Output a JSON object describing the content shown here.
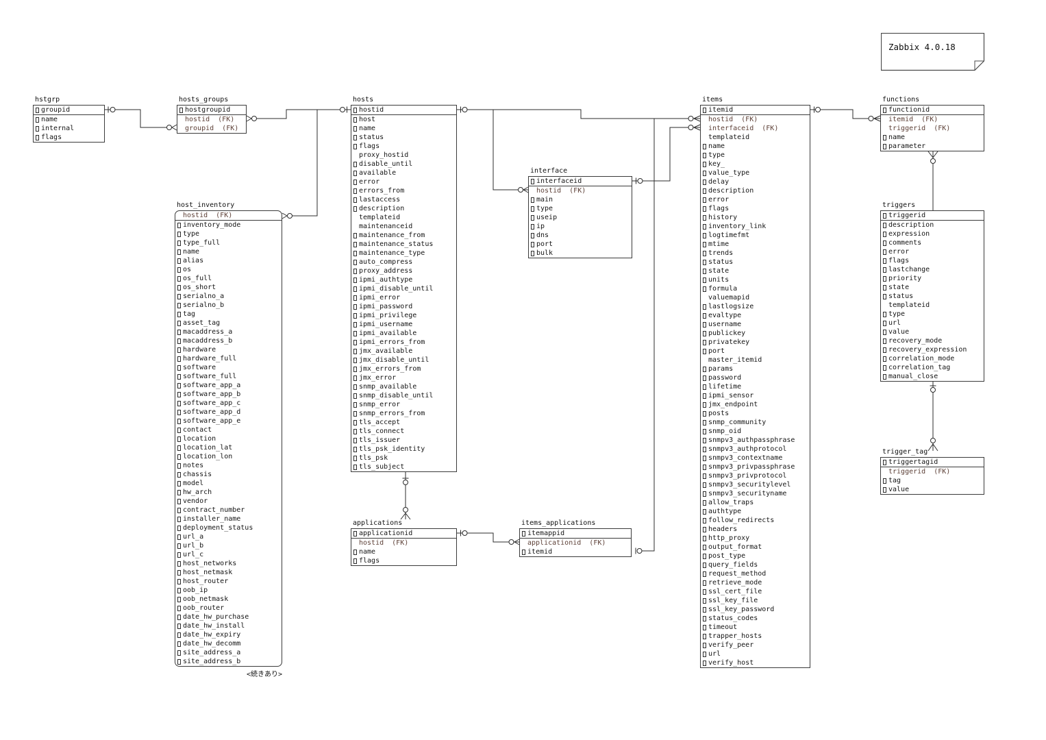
{
  "note": {
    "label": "Zabbix 4.0.18"
  },
  "continuation_marker": "<続きあり>",
  "colors": {
    "background": "#ffffff",
    "line": "#2b2b2b",
    "text": "#141414",
    "fk_text": "#5d4037",
    "border": "#3a3a3a"
  },
  "tables": [
    {
      "name": "hstgrp",
      "pk": [
        {
          "label": "groupid",
          "notnull": true
        }
      ],
      "fields": [
        {
          "label": "name",
          "notnull": true
        },
        {
          "label": "internal",
          "notnull": true
        },
        {
          "label": "flags",
          "notnull": true
        }
      ]
    },
    {
      "name": "hosts_groups",
      "pk": [
        {
          "label": "hostgroupid",
          "notnull": true
        }
      ],
      "fields": [
        {
          "label": "hostid  (FK)",
          "fk": true
        },
        {
          "label": "groupid  (FK)",
          "fk": true
        }
      ]
    },
    {
      "name": "hosts",
      "pk": [
        {
          "label": "hostid",
          "notnull": true
        }
      ],
      "fields": [
        {
          "label": "host",
          "notnull": true
        },
        {
          "label": "name",
          "notnull": true
        },
        {
          "label": "status",
          "notnull": true
        },
        {
          "label": "flags",
          "notnull": true
        },
        {
          "label": "proxy_hostid"
        },
        {
          "label": "disable_until",
          "notnull": true
        },
        {
          "label": "available",
          "notnull": true
        },
        {
          "label": "error",
          "notnull": true
        },
        {
          "label": "errors_from",
          "notnull": true
        },
        {
          "label": "lastaccess",
          "notnull": true
        },
        {
          "label": "description",
          "notnull": true
        },
        {
          "label": "templateid"
        },
        {
          "label": "maintenanceid"
        },
        {
          "label": "maintenance_from",
          "notnull": true
        },
        {
          "label": "maintenance_status",
          "notnull": true
        },
        {
          "label": "maintenance_type",
          "notnull": true
        },
        {
          "label": "auto_compress",
          "notnull": true
        },
        {
          "label": "proxy_address",
          "notnull": true
        },
        {
          "label": "ipmi_authtype",
          "notnull": true
        },
        {
          "label": "ipmi_disable_until",
          "notnull": true
        },
        {
          "label": "ipmi_error",
          "notnull": true
        },
        {
          "label": "ipmi_password",
          "notnull": true
        },
        {
          "label": "ipmi_privilege",
          "notnull": true
        },
        {
          "label": "ipmi_username",
          "notnull": true
        },
        {
          "label": "ipmi_available",
          "notnull": true
        },
        {
          "label": "ipmi_errors_from",
          "notnull": true
        },
        {
          "label": "jmx_available",
          "notnull": true
        },
        {
          "label": "jmx_disable_until",
          "notnull": true
        },
        {
          "label": "jmx_errors_from",
          "notnull": true
        },
        {
          "label": "jmx_error",
          "notnull": true
        },
        {
          "label": "snmp_available",
          "notnull": true
        },
        {
          "label": "snmp_disable_until",
          "notnull": true
        },
        {
          "label": "snmp_error",
          "notnull": true
        },
        {
          "label": "snmp_errors_from",
          "notnull": true
        },
        {
          "label": "tls_accept",
          "notnull": true
        },
        {
          "label": "tls_connect",
          "notnull": true
        },
        {
          "label": "tls_issuer",
          "notnull": true
        },
        {
          "label": "tls_psk_identity",
          "notnull": true
        },
        {
          "label": "tls_psk",
          "notnull": true
        },
        {
          "label": "tls_subject",
          "notnull": true
        }
      ]
    },
    {
      "name": "host_inventory",
      "pk": [
        {
          "label": "hostid  (FK)",
          "fk": true
        }
      ],
      "fields": [
        {
          "label": "inventory_mode",
          "notnull": true
        },
        {
          "label": "type",
          "notnull": true
        },
        {
          "label": "type_full",
          "notnull": true
        },
        {
          "label": "name",
          "notnull": true
        },
        {
          "label": "alias",
          "notnull": true
        },
        {
          "label": "os",
          "notnull": true
        },
        {
          "label": "os_full",
          "notnull": true
        },
        {
          "label": "os_short",
          "notnull": true
        },
        {
          "label": "serialno_a",
          "notnull": true
        },
        {
          "label": "serialno_b",
          "notnull": true
        },
        {
          "label": "tag",
          "notnull": true
        },
        {
          "label": "asset_tag",
          "notnull": true
        },
        {
          "label": "macaddress_a",
          "notnull": true
        },
        {
          "label": "macaddress_b",
          "notnull": true
        },
        {
          "label": "hardware",
          "notnull": true
        },
        {
          "label": "hardware_full",
          "notnull": true
        },
        {
          "label": "software",
          "notnull": true
        },
        {
          "label": "software_full",
          "notnull": true
        },
        {
          "label": "software_app_a",
          "notnull": true
        },
        {
          "label": "software_app_b",
          "notnull": true
        },
        {
          "label": "software_app_c",
          "notnull": true
        },
        {
          "label": "software_app_d",
          "notnull": true
        },
        {
          "label": "software_app_e",
          "notnull": true
        },
        {
          "label": "contact",
          "notnull": true
        },
        {
          "label": "location",
          "notnull": true
        },
        {
          "label": "location_lat",
          "notnull": true
        },
        {
          "label": "location_lon",
          "notnull": true
        },
        {
          "label": "notes",
          "notnull": true
        },
        {
          "label": "chassis",
          "notnull": true
        },
        {
          "label": "model",
          "notnull": true
        },
        {
          "label": "hw_arch",
          "notnull": true
        },
        {
          "label": "vendor",
          "notnull": true
        },
        {
          "label": "contract_number",
          "notnull": true
        },
        {
          "label": "installer_name",
          "notnull": true
        },
        {
          "label": "deployment_status",
          "notnull": true
        },
        {
          "label": "url_a",
          "notnull": true
        },
        {
          "label": "url_b",
          "notnull": true
        },
        {
          "label": "url_c",
          "notnull": true
        },
        {
          "label": "host_networks",
          "notnull": true
        },
        {
          "label": "host_netmask",
          "notnull": true
        },
        {
          "label": "host_router",
          "notnull": true
        },
        {
          "label": "oob_ip",
          "notnull": true
        },
        {
          "label": "oob_netmask",
          "notnull": true
        },
        {
          "label": "oob_router",
          "notnull": true
        },
        {
          "label": "date_hw_purchase",
          "notnull": true
        },
        {
          "label": "date_hw_install",
          "notnull": true
        },
        {
          "label": "date_hw_expiry",
          "notnull": true
        },
        {
          "label": "date_hw_decomm",
          "notnull": true
        },
        {
          "label": "site_address_a",
          "notnull": true
        },
        {
          "label": "site_address_b",
          "notnull": true
        }
      ]
    },
    {
      "name": "interface",
      "pk": [
        {
          "label": "interfaceid",
          "notnull": true
        }
      ],
      "fields": [
        {
          "label": "hostid  (FK)",
          "fk": true
        },
        {
          "label": "main",
          "notnull": true
        },
        {
          "label": "type",
          "notnull": true
        },
        {
          "label": "useip",
          "notnull": true
        },
        {
          "label": "ip",
          "notnull": true
        },
        {
          "label": "dns",
          "notnull": true
        },
        {
          "label": "port",
          "notnull": true
        },
        {
          "label": "bulk",
          "notnull": true
        }
      ]
    },
    {
      "name": "applications",
      "pk": [
        {
          "label": "applicationid",
          "notnull": true
        }
      ],
      "fields": [
        {
          "label": "hostid  (FK)",
          "fk": true
        },
        {
          "label": "name",
          "notnull": true
        },
        {
          "label": "flags",
          "notnull": true
        }
      ]
    },
    {
      "name": "items_applications",
      "pk": [
        {
          "label": "itemappid",
          "notnull": true
        }
      ],
      "fields": [
        {
          "label": "applicationid  (FK)",
          "fk": true
        },
        {
          "label": "itemid",
          "notnull": true
        }
      ]
    },
    {
      "name": "items",
      "pk": [
        {
          "label": "itemid",
          "notnull": true
        }
      ],
      "fields": [
        {
          "label": "hostid  (FK)",
          "fk": true
        },
        {
          "label": "interfaceid  (FK)",
          "fk": true
        },
        {
          "label": "templateid"
        },
        {
          "label": "name",
          "notnull": true
        },
        {
          "label": "type",
          "notnull": true
        },
        {
          "label": "key_",
          "notnull": true
        },
        {
          "label": "value_type",
          "notnull": true
        },
        {
          "label": "delay",
          "notnull": true
        },
        {
          "label": "description",
          "notnull": true
        },
        {
          "label": "error",
          "notnull": true
        },
        {
          "label": "flags",
          "notnull": true
        },
        {
          "label": "history",
          "notnull": true
        },
        {
          "label": "inventory_link",
          "notnull": true
        },
        {
          "label": "logtimefmt",
          "notnull": true
        },
        {
          "label": "mtime",
          "notnull": true
        },
        {
          "label": "trends",
          "notnull": true
        },
        {
          "label": "status",
          "notnull": true
        },
        {
          "label": "state",
          "notnull": true
        },
        {
          "label": "units",
          "notnull": true
        },
        {
          "label": "formula",
          "notnull": true
        },
        {
          "label": "valuemapid"
        },
        {
          "label": "lastlogsize",
          "notnull": true
        },
        {
          "label": "evaltype",
          "notnull": true
        },
        {
          "label": "username",
          "notnull": true
        },
        {
          "label": "publickey",
          "notnull": true
        },
        {
          "label": "privatekey",
          "notnull": true
        },
        {
          "label": "port",
          "notnull": true
        },
        {
          "label": "master_itemid"
        },
        {
          "label": "params",
          "notnull": true
        },
        {
          "label": "password",
          "notnull": true
        },
        {
          "label": "lifetime",
          "notnull": true
        },
        {
          "label": "ipmi_sensor",
          "notnull": true
        },
        {
          "label": "jmx_endpoint",
          "notnull": true
        },
        {
          "label": "posts",
          "notnull": true
        },
        {
          "label": "snmp_community",
          "notnull": true
        },
        {
          "label": "snmp_oid",
          "notnull": true
        },
        {
          "label": "snmpv3_authpassphrase",
          "notnull": true
        },
        {
          "label": "snmpv3_authprotocol",
          "notnull": true
        },
        {
          "label": "snmpv3_contextname",
          "notnull": true
        },
        {
          "label": "snmpv3_privpassphrase",
          "notnull": true
        },
        {
          "label": "snmpv3_privprotocol",
          "notnull": true
        },
        {
          "label": "snmpv3_securitylevel",
          "notnull": true
        },
        {
          "label": "snmpv3_securityname",
          "notnull": true
        },
        {
          "label": "allow_traps",
          "notnull": true
        },
        {
          "label": "authtype",
          "notnull": true
        },
        {
          "label": "follow_redirects",
          "notnull": true
        },
        {
          "label": "headers",
          "notnull": true
        },
        {
          "label": "http_proxy",
          "notnull": true
        },
        {
          "label": "output_format",
          "notnull": true
        },
        {
          "label": "post_type",
          "notnull": true
        },
        {
          "label": "query_fields",
          "notnull": true
        },
        {
          "label": "request_method",
          "notnull": true
        },
        {
          "label": "retrieve_mode",
          "notnull": true
        },
        {
          "label": "ssl_cert_file",
          "notnull": true
        },
        {
          "label": "ssl_key_file",
          "notnull": true
        },
        {
          "label": "ssl_key_password",
          "notnull": true
        },
        {
          "label": "status_codes",
          "notnull": true
        },
        {
          "label": "timeout",
          "notnull": true
        },
        {
          "label": "trapper_hosts",
          "notnull": true
        },
        {
          "label": "verify_peer",
          "notnull": true
        },
        {
          "label": "url",
          "notnull": true
        },
        {
          "label": "verify_host",
          "notnull": true
        }
      ]
    },
    {
      "name": "functions",
      "pk": [
        {
          "label": "functionid",
          "notnull": true
        }
      ],
      "fields": [
        {
          "label": "itemid  (FK)",
          "fk": true
        },
        {
          "label": "triggerid  (FK)",
          "fk": true
        },
        {
          "label": "name",
          "notnull": true
        },
        {
          "label": "parameter",
          "notnull": true
        }
      ]
    },
    {
      "name": "triggers",
      "pk": [
        {
          "label": "triggerid",
          "notnull": true
        }
      ],
      "fields": [
        {
          "label": "description",
          "notnull": true
        },
        {
          "label": "expression",
          "notnull": true
        },
        {
          "label": "comments",
          "notnull": true
        },
        {
          "label": "error",
          "notnull": true
        },
        {
          "label": "flags",
          "notnull": true
        },
        {
          "label": "lastchange",
          "notnull": true
        },
        {
          "label": "priority",
          "notnull": true
        },
        {
          "label": "state",
          "notnull": true
        },
        {
          "label": "status",
          "notnull": true
        },
        {
          "label": "templateid"
        },
        {
          "label": "type",
          "notnull": true
        },
        {
          "label": "url",
          "notnull": true
        },
        {
          "label": "value",
          "notnull": true
        },
        {
          "label": "recovery_mode",
          "notnull": true
        },
        {
          "label": "recovery_expression",
          "notnull": true
        },
        {
          "label": "correlation_mode",
          "notnull": true
        },
        {
          "label": "correlation_tag",
          "notnull": true
        },
        {
          "label": "manual_close",
          "notnull": true
        }
      ]
    },
    {
      "name": "trigger_tag",
      "pk": [
        {
          "label": "triggertagid",
          "notnull": true
        }
      ],
      "fields": [
        {
          "label": "triggerid  (FK)",
          "fk": true
        },
        {
          "label": "tag",
          "notnull": true
        },
        {
          "label": "value",
          "notnull": true
        }
      ]
    }
  ],
  "relations": [
    {
      "from": "hstgrp.groupid",
      "to": "hosts_groups.groupid"
    },
    {
      "from": "hosts.hostid",
      "to": "hosts_groups.hostid"
    },
    {
      "from": "hosts.hostid",
      "to": "host_inventory.hostid"
    },
    {
      "from": "hosts.hostid",
      "to": "interface.hostid"
    },
    {
      "from": "hosts.hostid",
      "to": "items.hostid"
    },
    {
      "from": "hosts.hostid",
      "to": "applications.hostid"
    },
    {
      "from": "interface.interfaceid",
      "to": "items.interfaceid"
    },
    {
      "from": "applications.applicationid",
      "to": "items_applications.applicationid"
    },
    {
      "from": "items.itemid",
      "to": "items_applications.itemid"
    },
    {
      "from": "items.itemid",
      "to": "functions.itemid"
    },
    {
      "from": "triggers.triggerid",
      "to": "functions.triggerid"
    },
    {
      "from": "triggers.triggerid",
      "to": "trigger_tag.triggerid"
    }
  ]
}
